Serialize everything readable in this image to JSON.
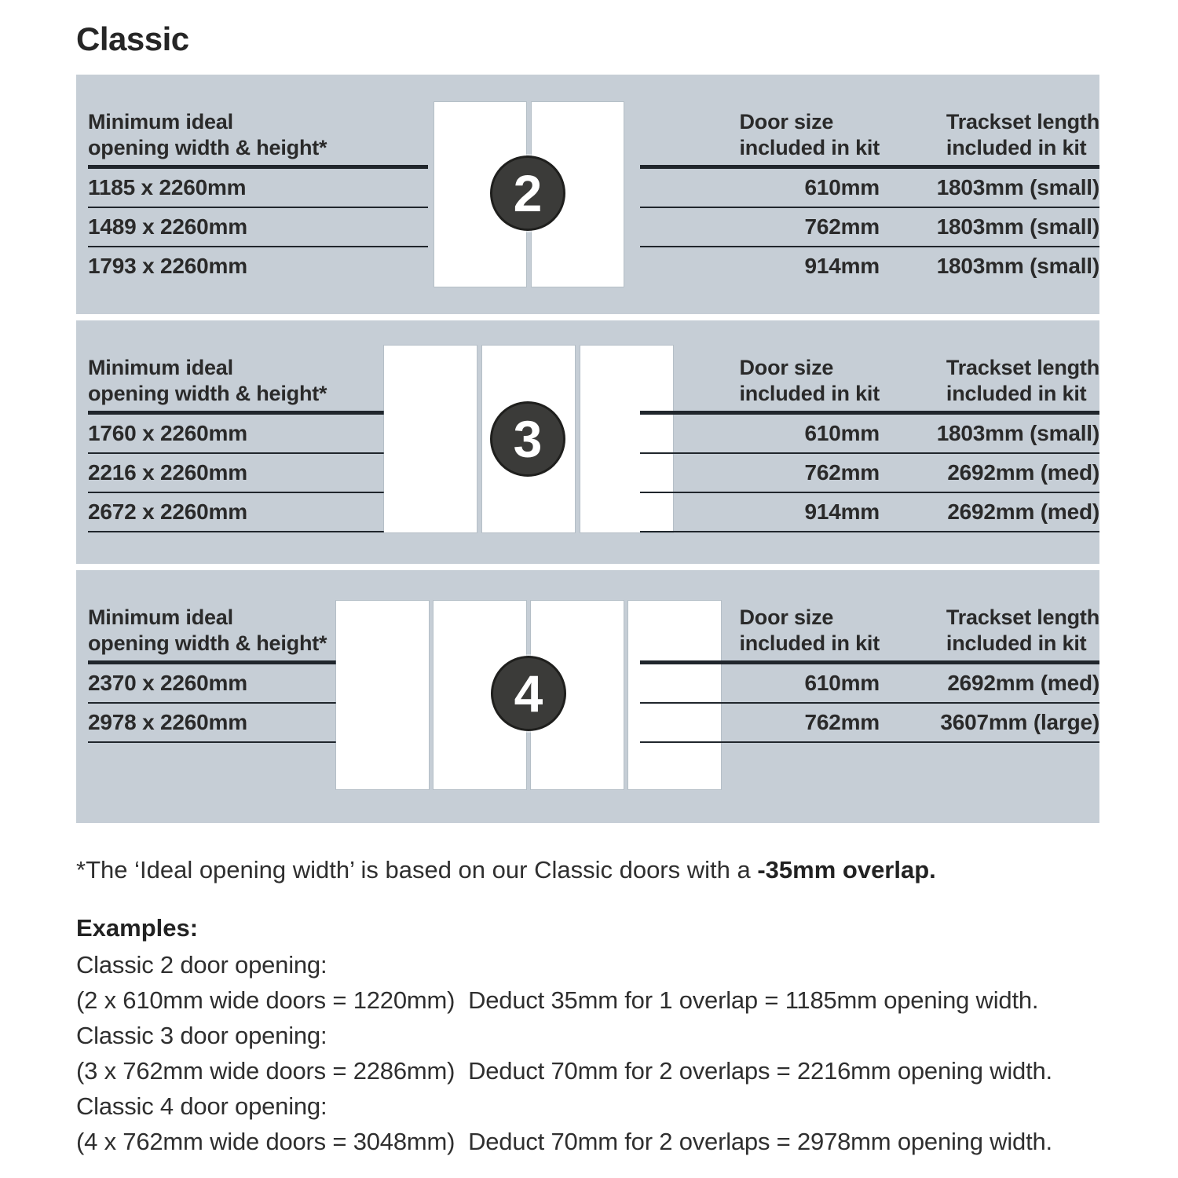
{
  "title": "Classic",
  "sections": [
    {
      "door_count": "2",
      "left_header_line1": "Minimum ideal",
      "left_header_line2": "opening width & height*",
      "door_size_header_line1": "Door size",
      "door_size_header_line2": "included in kit",
      "trackset_header_line1": "Trackset length",
      "trackset_header_line2": "included in kit",
      "rows": [
        {
          "opening": "1185 x 2260mm",
          "door": "610mm",
          "track": "1803mm (small)"
        },
        {
          "opening": "1489 x 2260mm",
          "door": "762mm",
          "track": "1803mm (small)"
        },
        {
          "opening": "1793 x 2260mm",
          "door": "914mm",
          "track": "1803mm (small)"
        }
      ]
    },
    {
      "door_count": "3",
      "left_header_line1": "Minimum ideal",
      "left_header_line2": "opening width & height*",
      "door_size_header_line1": "Door size",
      "door_size_header_line2": "included in kit",
      "trackset_header_line1": "Trackset length",
      "trackset_header_line2": "included in kit",
      "rows": [
        {
          "opening": "1760 x 2260mm",
          "door": "610mm",
          "track": "1803mm (small)"
        },
        {
          "opening": "2216 x 2260mm",
          "door": "762mm",
          "track": "2692mm (med)"
        },
        {
          "opening": "2672 x 2260mm",
          "door": "914mm",
          "track": "2692mm (med)"
        }
      ]
    },
    {
      "door_count": "4",
      "left_header_line1": "Minimum ideal",
      "left_header_line2": "opening width & height*",
      "door_size_header_line1": "Door size",
      "door_size_header_line2": "included in kit",
      "trackset_header_line1": "Trackset length",
      "trackset_header_line2": "included in kit",
      "rows": [
        {
          "opening": "2370 x 2260mm",
          "door": "610mm",
          "track": "2692mm (med)"
        },
        {
          "opening": "2978 x 2260mm",
          "door": "762mm",
          "track": "3607mm (large)"
        }
      ]
    }
  ],
  "footnote": {
    "text": "*The ‘Ideal opening width’ is based on our Classic doors with a ",
    "bold": "-35mm overlap."
  },
  "examples": {
    "heading": "Examples:",
    "lines": [
      "Classic 2 door opening:",
      "(2 x 610mm wide doors = 1220mm)  Deduct 35mm for 1 overlap = 1185mm opening width.",
      "Classic 3 door opening:",
      "(3 x 762mm wide doors = 2286mm)  Deduct 70mm for 2 overlaps = 2216mm opening width.",
      "Classic 4 door opening:",
      "(4 x 762mm wide doors = 3048mm)  Deduct 70mm for 2 overlaps = 2978mm opening width."
    ]
  },
  "colors": {
    "panel_background": "#c6ced6",
    "badge_background": "#3b3b39",
    "text": "#2a2a2a",
    "divider_line": "#20262c",
    "door_fill": "#ffffff"
  }
}
